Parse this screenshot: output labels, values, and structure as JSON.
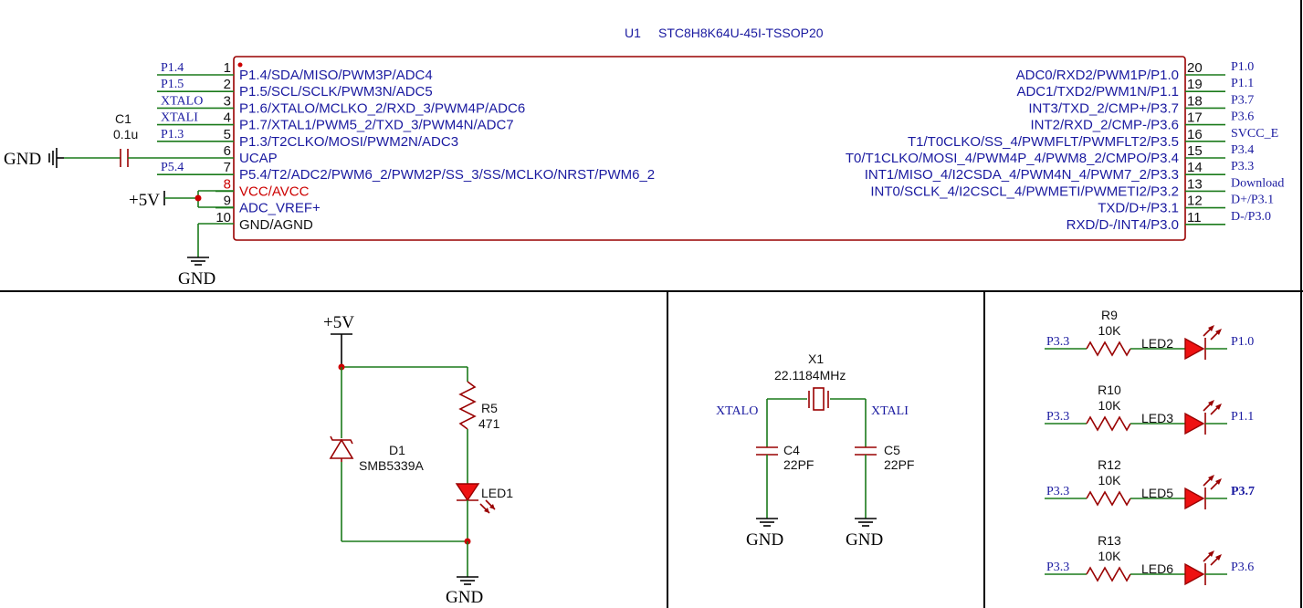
{
  "u1": {
    "ref": "U1",
    "part": "STC8H8K64U-45I-TSSOP20",
    "left_pins": [
      {
        "num": "1",
        "name": "P1.4/SDA/MISO/PWM3P/ADC4",
        "net": "P1.4"
      },
      {
        "num": "2",
        "name": "P1.5/SCL/SCLK/PWM3N/ADC5",
        "net": "P1.5"
      },
      {
        "num": "3",
        "name": "P1.6/XTALO/MCLKO_2/RXD_3/PWM4P/ADC6",
        "net": "XTALO"
      },
      {
        "num": "4",
        "name": "P1.7/XTAL1/PWM5_2/TXD_3/PWM4N/ADC7",
        "net": "XTALI"
      },
      {
        "num": "5",
        "name": "P1.3/T2CLKO/MOSI/PWM2N/ADC3",
        "net": "P1.3"
      },
      {
        "num": "6",
        "name": "UCAP",
        "net": ""
      },
      {
        "num": "7",
        "name": "P5.4/T2/ADC2/PWM6_2/PWM2P/SS_3/SS/MCLKO/NRST/PWM6_2",
        "net": "P5.4"
      },
      {
        "num": "8",
        "name": "VCC/AVCC",
        "net": ""
      },
      {
        "num": "9",
        "name": "ADC_VREF+",
        "net": ""
      },
      {
        "num": "10",
        "name": "GND/AGND",
        "net": ""
      }
    ],
    "right_pins": [
      {
        "num": "20",
        "name": "ADC0/RXD2/PWM1P/P1.0",
        "net": "P1.0"
      },
      {
        "num": "19",
        "name": "ADC1/TXD2/PWM1N/P1.1",
        "net": "P1.1"
      },
      {
        "num": "18",
        "name": "INT3/TXD_2/CMP+/P3.7",
        "net": "P3.7"
      },
      {
        "num": "17",
        "name": "INT2/RXD_2/CMP-/P3.6",
        "net": "P3.6"
      },
      {
        "num": "16",
        "name": "T1/T0CLKO/SS_4/PWMFLT/PWMFLT2/P3.5",
        "net": "SVCC_E"
      },
      {
        "num": "15",
        "name": "T0/T1CLKO/MOSI_4/PWM4P_4/PWM8_2/CMPO/P3.4",
        "net": "P3.4"
      },
      {
        "num": "14",
        "name": "INT1/MISO_4/I2CSDA_4/PWM4N_4/PWM7_2/P3.3",
        "net": "P3.3"
      },
      {
        "num": "13",
        "name": "INT0/SCLK_4/I2CSCL_4/PWMETI/PWMETI2/P3.2",
        "net": "Download"
      },
      {
        "num": "12",
        "name": "TXD/D+/P3.1",
        "net": "D+/P3.1"
      },
      {
        "num": "11",
        "name": "RXD/D-/INT4/P3.0",
        "net": "D-/P3.0"
      }
    ]
  },
  "c1": {
    "ref": "C1",
    "value": "0.1u"
  },
  "power": {
    "gnd": "GND",
    "v5": "+5V"
  },
  "power_section": {
    "d1_ref": "D1",
    "d1_value": "SMB5339A",
    "r5_ref": "R5",
    "r5_value": "471",
    "led1_ref": "LED1"
  },
  "crystal": {
    "ref": "X1",
    "value": "22.1184MHz",
    "net_left": "XTALO",
    "net_right": "XTALI",
    "c4_ref": "C4",
    "c4_value": "22PF",
    "c5_ref": "C5",
    "c5_value": "22PF"
  },
  "leds": [
    {
      "r_ref": "R9",
      "r_value": "10K",
      "led_ref": "LED2",
      "net_in": "P3.3",
      "net_out": "P1.0"
    },
    {
      "r_ref": "R10",
      "r_value": "10K",
      "led_ref": "LED3",
      "net_in": "P3.3",
      "net_out": "P1.1"
    },
    {
      "r_ref": "R12",
      "r_value": "10K",
      "led_ref": "LED5",
      "net_in": "P3.3",
      "net_out": "P3.7"
    },
    {
      "r_ref": "R13",
      "r_value": "10K",
      "led_ref": "LED6",
      "net_in": "P3.3",
      "net_out": "P3.6"
    }
  ],
  "colors": {
    "wire": "#1a7a1a",
    "component": "#990000",
    "net_label": "#1a1aa0",
    "junction": "#cc0000"
  }
}
